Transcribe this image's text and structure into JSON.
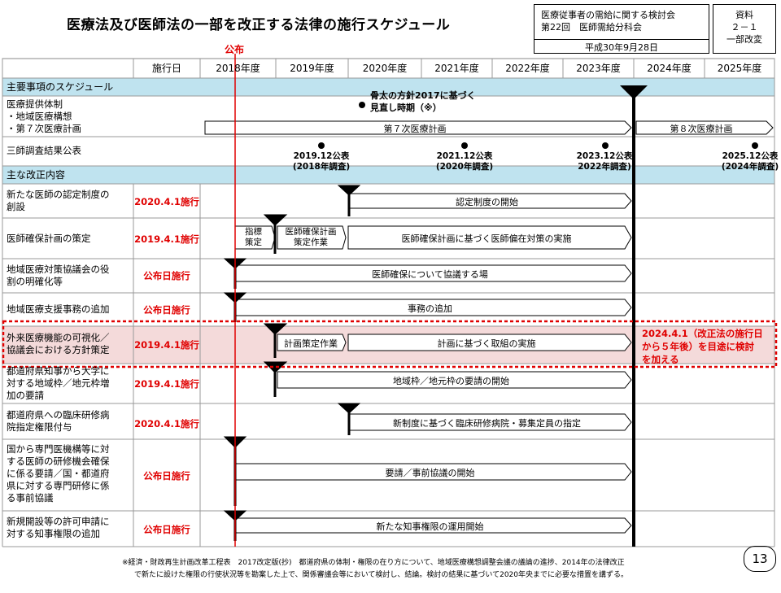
{
  "title": "医療法及び医師法の一部を改正する法律の施行スケジュール",
  "meta": {
    "committee": "医療従事者の需給に関する検討会",
    "session": "第22回　医師需給分科会",
    "date": "平成30年9月28日"
  },
  "doc_ref": {
    "line1": "資料",
    "line2": "２－１",
    "line3": "一部改変"
  },
  "promulgation_label": "公布",
  "header": {
    "effective_col": "施行日",
    "years": [
      "2018年度",
      "2019年度",
      "2020年度",
      "2021年度",
      "2022年度",
      "2023年度",
      "2024年度",
      "2025年度"
    ]
  },
  "sections": {
    "schedule": "主要事項のスケジュール",
    "revisions": "主な改正内容"
  },
  "schedule_rows": {
    "plan_label_1": "医療提供体制",
    "plan_label_2": "・地域医療構想",
    "plan_label_3": "・第７次医療計画",
    "honebuto_1": "骨太の方針2017に基づく",
    "honebuto_2": "見直し時期（※）",
    "plan7": "第７次医療計画",
    "plan8": "第８次医療計画",
    "survey_label": "三師調査結果公表",
    "pubs": [
      {
        "l1": "2019.12公表",
        "l2": "(2018年調査)"
      },
      {
        "l1": "2021.12公表",
        "l2": "(2020年調査)"
      },
      {
        "l1": "2023.12公表",
        "l2": "2022年調査)"
      },
      {
        "l1": "2025.12公表",
        "l2": "(2024年調査)"
      }
    ]
  },
  "rows": [
    {
      "label_1": "新たな医師の認定制度の",
      "label_2": "創設",
      "effective": "2020.4.1施行",
      "bar": "認定制度の開始"
    },
    {
      "label_1": "医師確保計画の策定",
      "effective": "2019.4.1施行",
      "pre1_a": "指標",
      "pre1_b": "策定",
      "pre2_a": "医師確保計画",
      "pre2_b": "策定作業",
      "bar": "医師確保計画に基づく医師偏在対策の実施"
    },
    {
      "label_1": "地域医療対策協議会の役",
      "label_2": "割の明確化等",
      "effective": "公布日施行",
      "bar": "医師確保について協議する場"
    },
    {
      "label_1": "地域医療支援事務の追加",
      "effective": "公布日施行",
      "bar": "事務の追加"
    },
    {
      "label_1": "外来医療機能の可視化／",
      "label_2": "協議会における方針策定",
      "effective": "2019.4.1施行",
      "pre": "計画策定作業",
      "bar": "計画に基づく取組の実施"
    },
    {
      "label_1": "都道府県知事から大学に",
      "label_2": "対する地域枠／地元枠増",
      "label_3": "加の要請",
      "effective": "2019.4.1施行",
      "bar": "地域枠／地元枠の要請の開始"
    },
    {
      "label_1": "都道府県への臨床研修病",
      "label_2": "院指定権限付与",
      "effective": "2020.4.1施行",
      "bar": "新制度に基づく臨床研修病院・募集定員の指定"
    },
    {
      "label_1": "国から専門医機構等に対",
      "label_2": "する医師の研修機会確保",
      "label_3": "に係る要請／国・都道府",
      "label_4": "県に対する専門研修に係",
      "label_5": "る事前協議",
      "effective": "公布日施行",
      "bar": "要請／事前協議の開始"
    },
    {
      "label_1": "新規開設等の許可申請に",
      "label_2": "対する知事権限の追加",
      "effective": "公布日施行",
      "bar": "新たな知事権限の運用開始"
    }
  ],
  "review_note": {
    "l1": "2024.4.1（改正法の施行日",
    "l2": "から５年後）を目途に検討",
    "l3": "を加える"
  },
  "footnote": {
    "l1": "※経済・財政再生計画改革工程表　2017改定版(抄)　都道府県の体制・権限の在り方について、地域医療構想調整会議の議論の進捗、2014年の法律改正",
    "l2": "で新たに設けた権限の行使状況等を勘案した上で、関係審議会等において検討し、結論。検討の結果に基づいて2020年央までに必要な措置を講ずる。"
  },
  "page_number": "13",
  "colors": {
    "header_bg": "#bfe3ef",
    "promulgation_line": "#e00000",
    "highlight_bg": "#f4dada",
    "note_red": "#e00000"
  }
}
